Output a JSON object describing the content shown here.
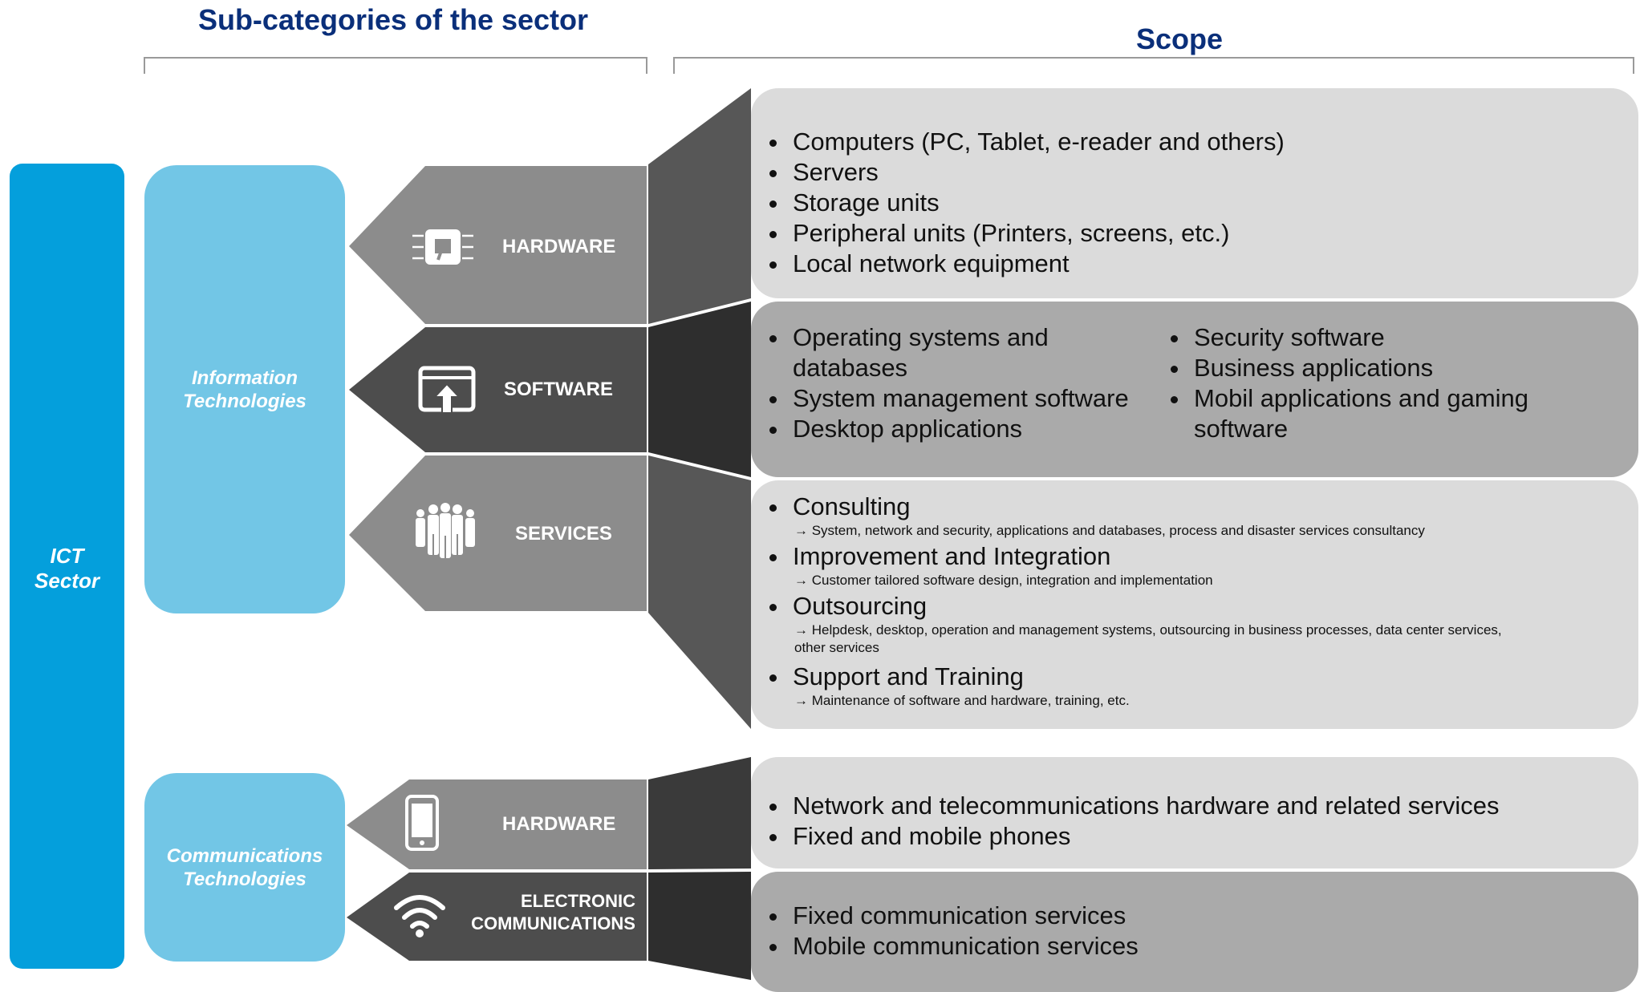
{
  "headers": {
    "left": "Sub-categories of the sector",
    "right": "Scope"
  },
  "sector": "ICT\nSector",
  "groups": {
    "it": "Information\nTechnologies",
    "ct": "Communications\nTechnologies"
  },
  "categories": {
    "it_hardware": "HARDWARE",
    "software": "SOFTWARE",
    "services": "SERVICES",
    "ct_hardware": "HARDWARE",
    "elec_line1": "ELECTRONIC",
    "elec_line2": "COMMUNICATIONS"
  },
  "scope": {
    "it_hardware": [
      "Computers (PC, Tablet, e-reader and others)",
      "Servers",
      "Storage units",
      "Peripheral units (Printers, screens, etc.)",
      "Local network equipment"
    ],
    "software_col1": [
      "Operating systems and databases",
      "System management software",
      "Desktop applications"
    ],
    "software_col2": [
      "Security software",
      "Business applications",
      "Mobil applications and gaming software"
    ],
    "services": [
      {
        "title": "Consulting",
        "note": "→ System, network and security, applications and databases, process and disaster services consultancy"
      },
      {
        "title": "Improvement and Integration",
        "note": "→ Customer tailored software design, integration and implementation"
      },
      {
        "title": "Outsourcing",
        "note": "→ Helpdesk, desktop, operation and management  systems, outsourcing in business processes, data center services, other services"
      },
      {
        "title": "Support and Training",
        "note": "→ Maintenance of software and hardware,  training, etc."
      }
    ],
    "ct_hardware": [
      "Network and telecommunications hardware and related services",
      "Fixed and mobile phones"
    ],
    "electronic": [
      "Fixed communication services",
      "Mobile communication services"
    ]
  },
  "icons": {
    "it_hardware": "chip-icon",
    "software": "upload-window-icon",
    "services": "people-group-icon",
    "ct_hardware": "mobile-phone-icon",
    "electronic": "wifi-icon"
  },
  "colors": {
    "header": "#0a2f7a",
    "ict": "#049fdc",
    "subgroup": "#72c6e6",
    "tag_light": "#8c8c8c",
    "tag_dark": "#4d4d4d",
    "scope_light": "#dbdbdb",
    "scope_dark": "#aaaaaa"
  }
}
